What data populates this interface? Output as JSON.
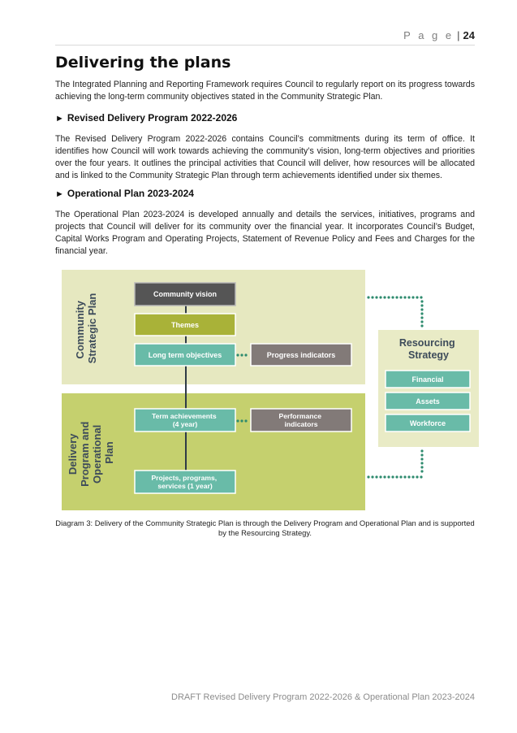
{
  "header": {
    "page_label": "P a g e",
    "separator": "|",
    "page_number": "24"
  },
  "heading": "Delivering the plans",
  "intro": "The Integrated Planning and Reporting Framework requires Council to regularly report on its progress towards achieving the long-term community objectives stated in the Community Strategic Plan.",
  "sections": [
    {
      "marker": "►",
      "title": "Revised Delivery Program 2022-2026",
      "body": "The Revised Delivery Program 2022-2026 contains Council’s commitments during its term of office. It identifies how Council will work towards achieving the community’s vision, long-term objectives and priorities over the four years. It outlines the principal activities that Council will deliver, how resources will be allocated and is linked to the Community Strategic Plan through term achievements identified under six themes."
    },
    {
      "marker": "►",
      "title": "Operational Plan 2023-2024",
      "body": "The Operational Plan 2023-2024 is developed annually and details the services, initiatives, programs and projects that Council will deliver for its community over the financial year. It incorporates Council’s Budget, Capital Works Program and Operating Projects, Statement of Revenue Policy and Fees and Charges for the financial year."
    }
  ],
  "diagram": {
    "csp_label_line1": "Community",
    "csp_label_line2": "Strategic Plan",
    "dp_label_line1": "Delivery",
    "dp_label_line2": "Program and",
    "dp_label_line3": "Operational",
    "dp_label_line4": "Plan",
    "community_vision": "Community vision",
    "themes": "Themes",
    "long_term_objectives": "Long term objectives",
    "progress_indicators": "Progress indicators",
    "term_achievements_line1": "Term achievements",
    "term_achievements_line2": "(4 year)",
    "performance_indicators_line1": "Performance",
    "performance_indicators_line2": "indicators",
    "projects_line1": "Projects, programs,",
    "projects_line2": "services (1 year)",
    "resourcing_title_line1": "Resourcing",
    "resourcing_title_line2": "Strategy",
    "financial": "Financial",
    "assets": "Assets",
    "workforce": "Workforce",
    "colors": {
      "csp_bg": "#e6e8c0",
      "dp_bg": "#c5d06e",
      "resourcing_bg": "#e9ebc6",
      "teal": "#69bba8",
      "dark_grey": "#555555",
      "mid_grey": "#827a78",
      "olive": "#a9b238",
      "label_text": "#3d4b5a",
      "dots": "#2e8b6e"
    }
  },
  "caption": "Diagram 3: Delivery of the Community Strategic Plan is through the Delivery Program and Operational Plan and is supported by the Resourcing Strategy.",
  "footer": "DRAFT Revised Delivery Program 2022-2026 & Operational Plan 2023-2024"
}
